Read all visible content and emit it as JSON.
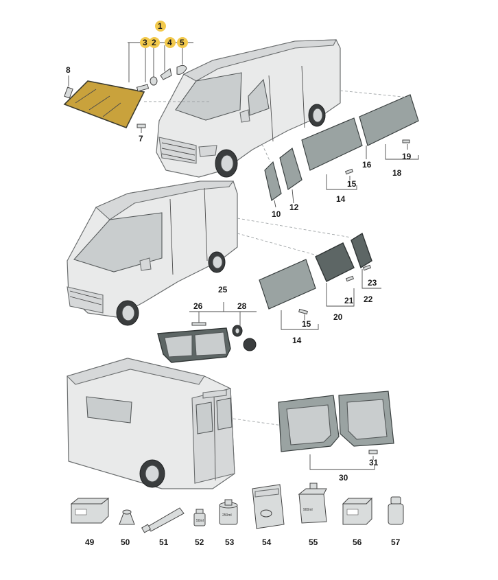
{
  "part_labels": {
    "p1": "1",
    "p2": "2",
    "p3": "3",
    "p4": "4",
    "p5": "5",
    "p7": "7",
    "p8": "8",
    "p10": "10",
    "p12": "12",
    "p14a": "14",
    "p15a": "15",
    "p16": "16",
    "p18": "18",
    "p19": "19",
    "p14b": "14",
    "p15b": "15",
    "p20": "20",
    "p21": "21",
    "p22": "22",
    "p23": "23",
    "p25": "25",
    "p26": "26",
    "p28": "28",
    "p30": "30",
    "p31": "31",
    "p49": "49",
    "p50": "50",
    "p51": "51",
    "p52": "52",
    "p53": "53",
    "p54": "54",
    "p55": "55",
    "p56": "56",
    "p57": "57"
  },
  "highlighted_labels": [
    "1",
    "2",
    "3",
    "4",
    "5"
  ],
  "highlight_color": "#f2c94c",
  "windshield_color": "#c9a23c",
  "container_print": {
    "c53": "250ml",
    "c55": "900ml",
    "c52": "50ml"
  }
}
